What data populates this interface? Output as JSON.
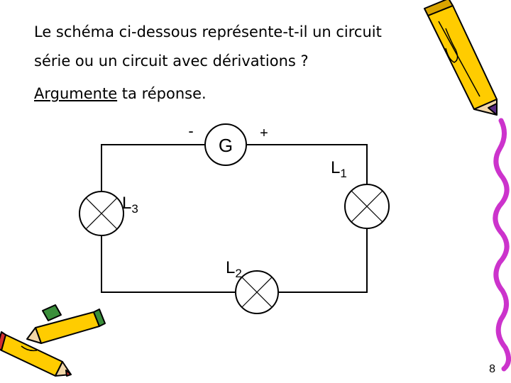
{
  "question": {
    "line1": "Le schéma ci-dessous représente-t-il un circuit",
    "line2": "série ou un circuit avec dérivations ?",
    "line3_underlined": "Argumente",
    "line3_rest": " ta réponse."
  },
  "circuit": {
    "generator": {
      "label": "G",
      "minus": "-",
      "plus": "+"
    },
    "lamps": [
      {
        "name": "L",
        "index": "1"
      },
      {
        "name": "L",
        "index": "2"
      },
      {
        "name": "L",
        "index": "3"
      }
    ]
  },
  "page_number": "8",
  "colors": {
    "line": "#000000",
    "background": "#ffffff",
    "pencil": "#ffcc00",
    "pencil_tip": "#d32f2f",
    "pencil_eraser": "#3b8f3b"
  },
  "decorations": [
    "pencil-right",
    "pencils-bottom-left",
    "squiggle-right"
  ]
}
